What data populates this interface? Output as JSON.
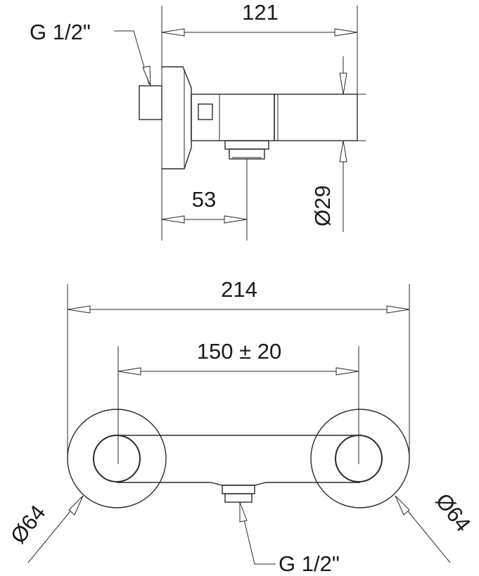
{
  "labels": {
    "top_thread": "G 1/2\"",
    "width_121": "121",
    "depth_53": "53",
    "diameter_29": "Ø29",
    "width_214": "214",
    "spacing_150": "150 ± 20",
    "left_dia_64": "Ø64",
    "right_dia_64": "Ø64",
    "bottom_thread": "G 1/2\""
  },
  "colors": {
    "line": "#2a2a2a",
    "background": "#ffffff"
  }
}
